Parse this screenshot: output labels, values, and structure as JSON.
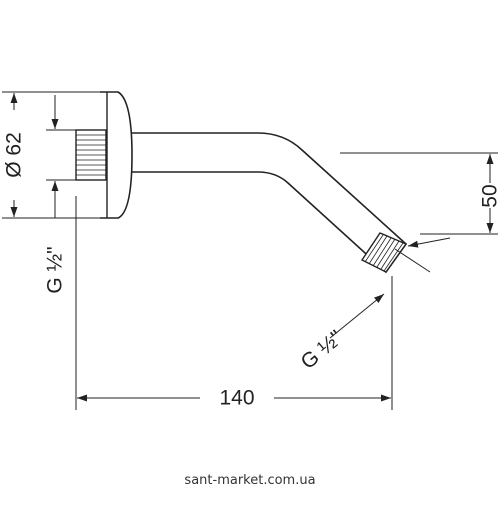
{
  "dimensions": {
    "flange_diameter": "Ø 62",
    "inlet_thread": "G ½\"",
    "outlet_thread": "G ½\"",
    "length": "140",
    "drop": "50"
  },
  "watermark": "sant-market.com.ua",
  "colors": {
    "line": "#222222",
    "background": "#ffffff"
  }
}
